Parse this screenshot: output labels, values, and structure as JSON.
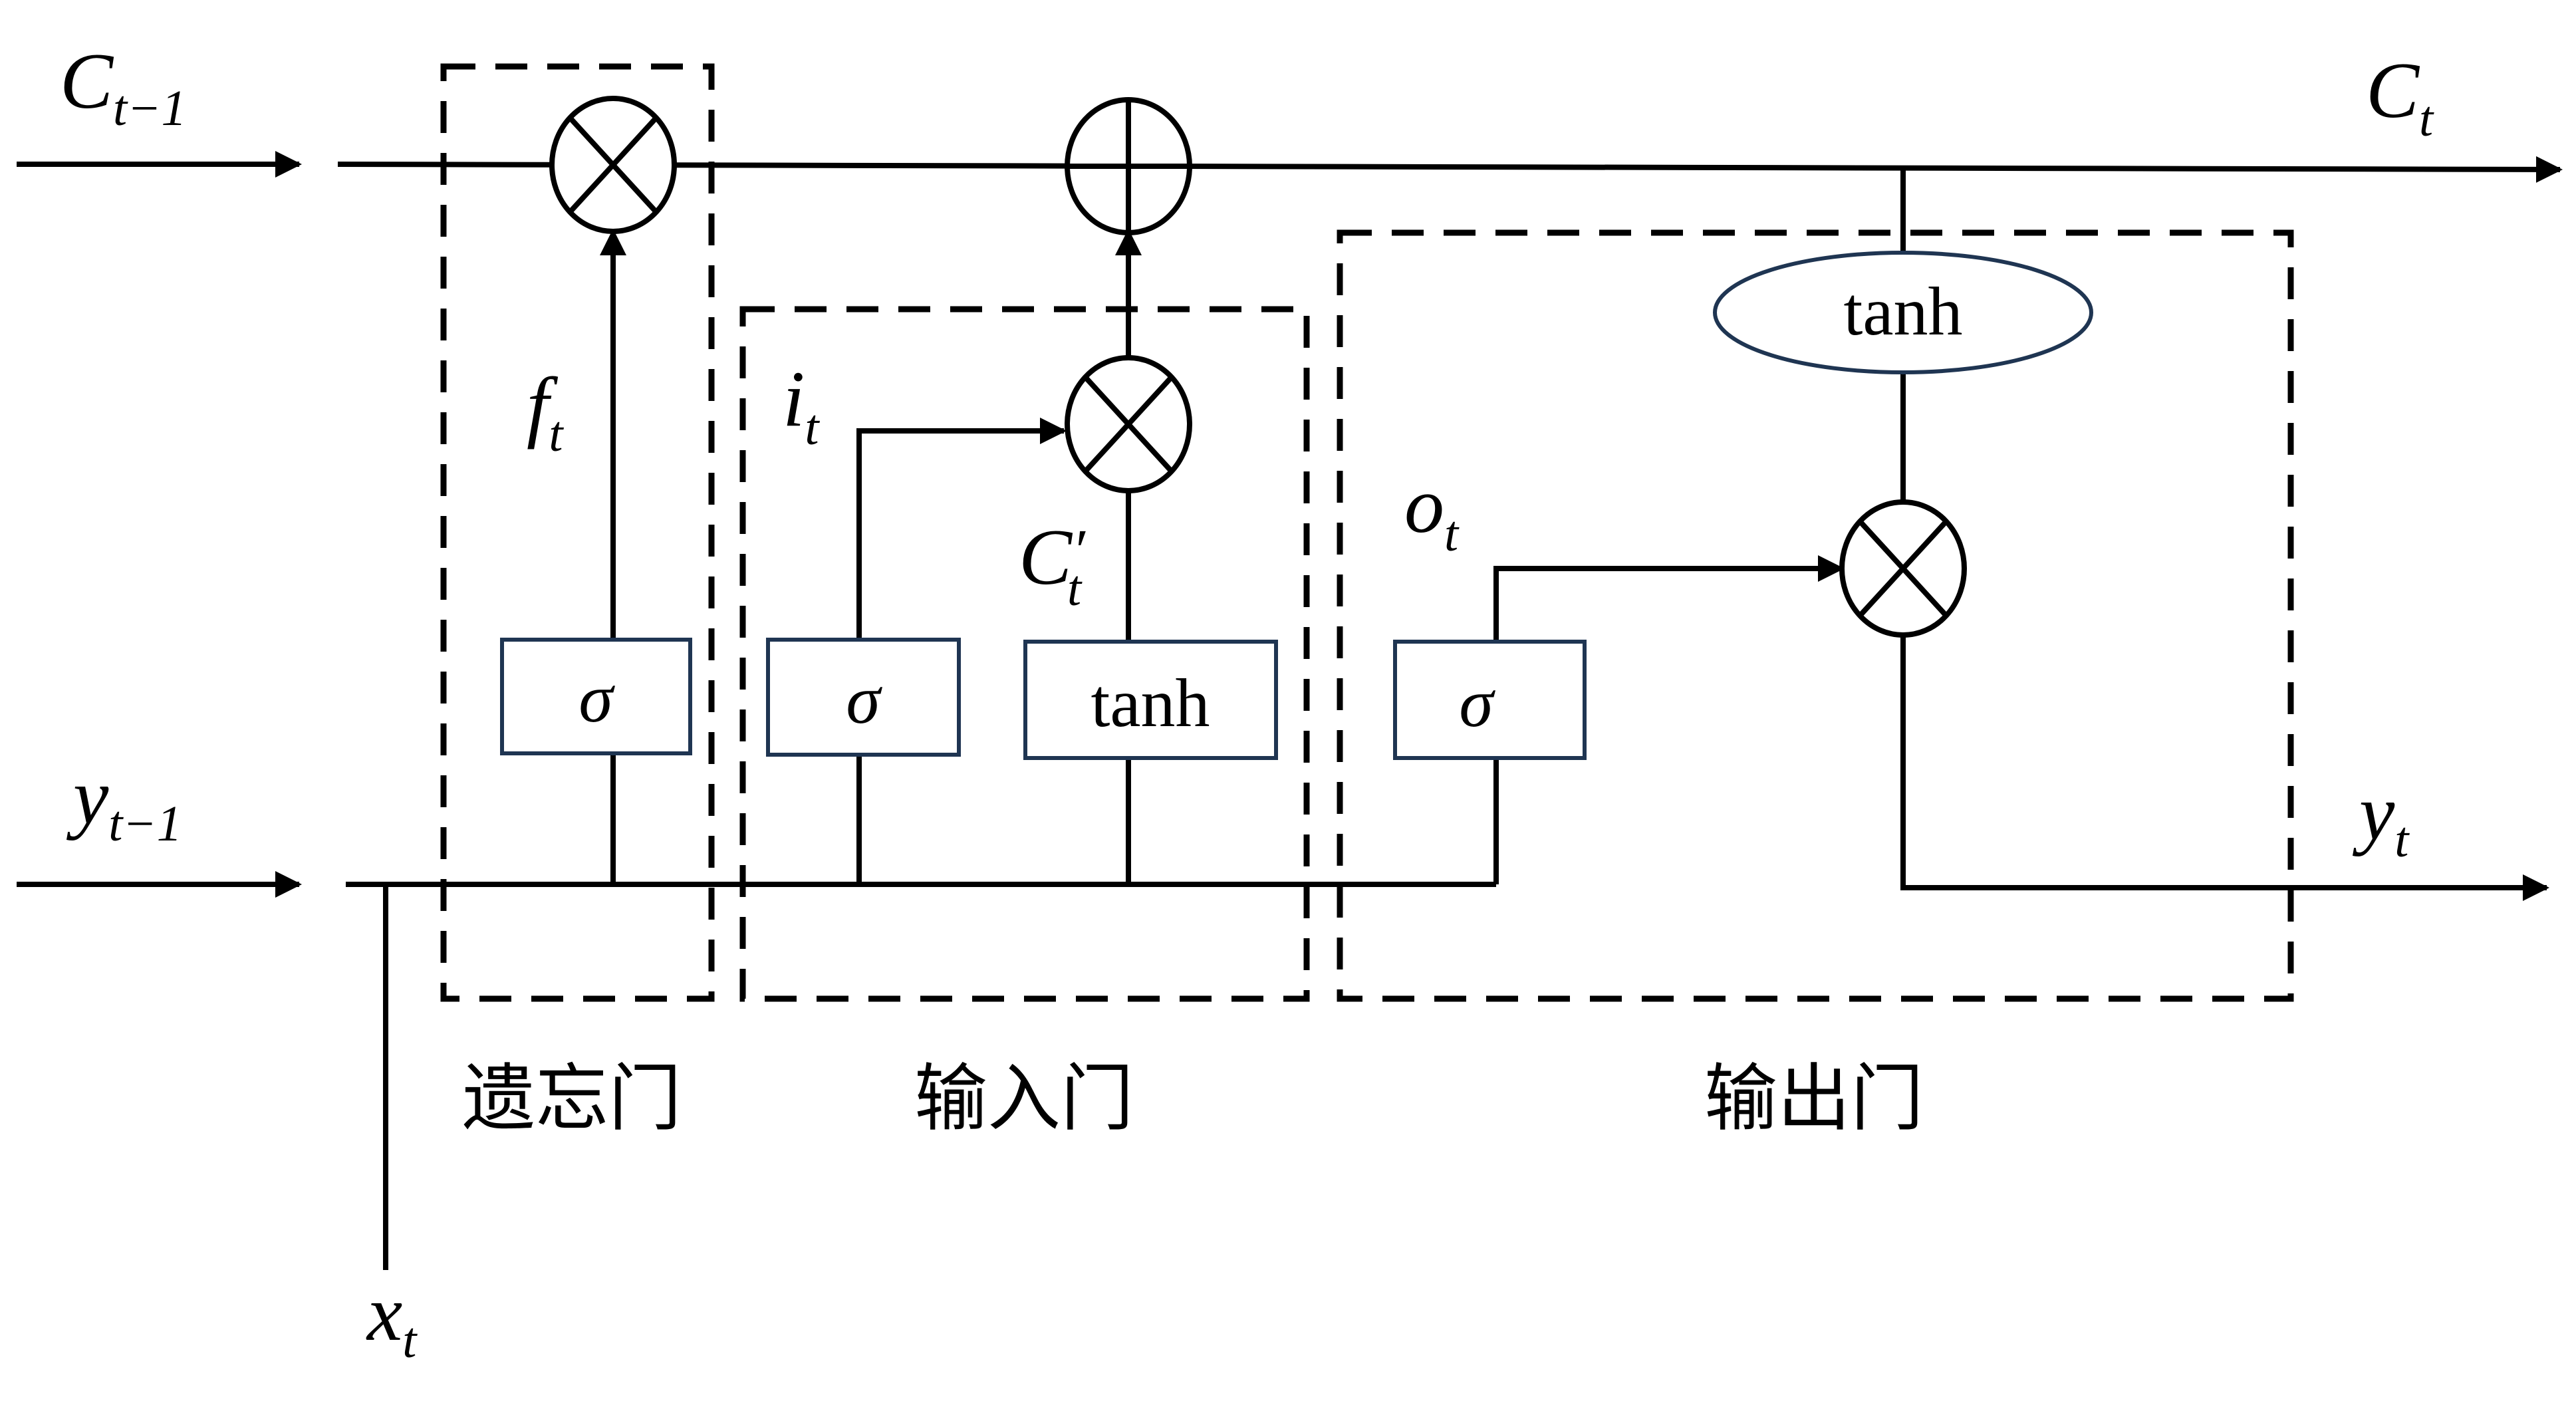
{
  "labels": {
    "c_prev": {
      "base": "C",
      "sub": "t−1"
    },
    "c_t": {
      "base": "C",
      "sub": "t"
    },
    "y_prev": {
      "base": "y",
      "sub": "t−1"
    },
    "y_t": {
      "base": "y",
      "sub": "t"
    },
    "x_t": {
      "base": "x",
      "sub": "t"
    },
    "f_t": {
      "base": "f",
      "sub": "t"
    },
    "i_t": {
      "base": "i",
      "sub": "t"
    },
    "c_cand": {
      "base": "C",
      "prime": "′",
      "sub": "t"
    },
    "o_t": {
      "base": "o",
      "sub": "t"
    }
  },
  "blocks": {
    "sigma": "σ",
    "tanh": "tanh"
  },
  "gates": {
    "forget": "遗忘门",
    "input": "输入门",
    "output": "输出门"
  },
  "icons": {
    "multiply": "multiply-icon",
    "add": "add-icon",
    "arrow": "arrow-icon"
  }
}
